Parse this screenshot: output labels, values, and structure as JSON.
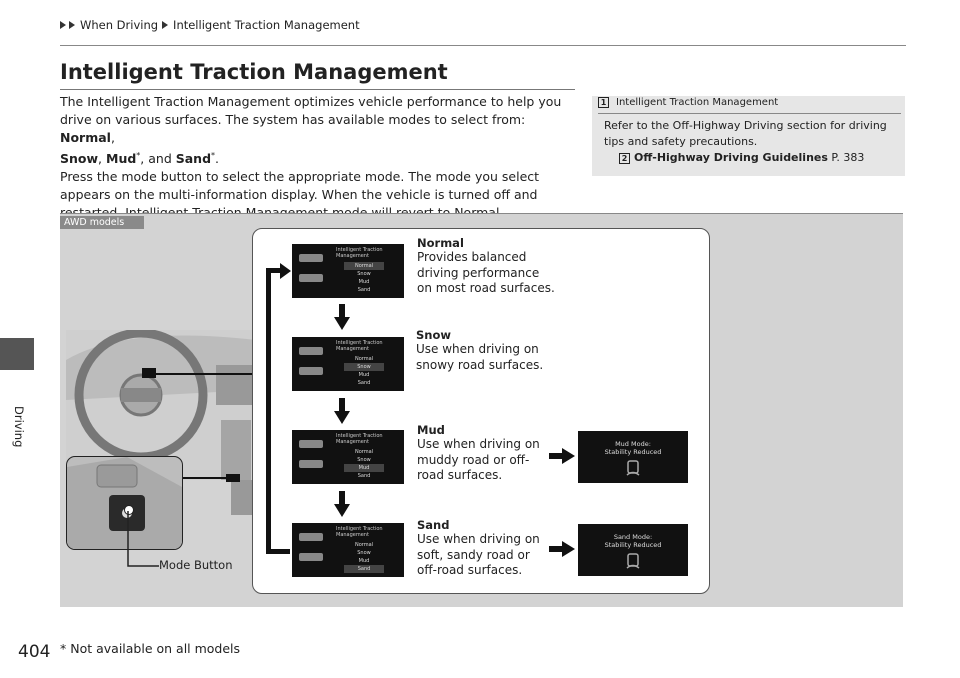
{
  "breadcrumb": {
    "item1": "When Driving",
    "item2": "Intelligent Traction Management"
  },
  "side_label": "Driving",
  "title": "Intelligent Traction Management",
  "body": {
    "line1": "The Intelligent Traction Management optimizes vehicle performance to help you",
    "line2_pre": "drive on various surfaces. The system has available modes to select from: ",
    "normal": "Normal",
    "snow": "Snow",
    "mud": "Mud",
    "sand": "Sand",
    "and": ", and ",
    "star": "*",
    "para2": "Press the mode button to select the appropriate mode. The mode you select appears on the multi-information display. When the vehicle is turned off and restarted, Intelligent Traction Management mode will revert to Normal."
  },
  "note": {
    "heading": "Intelligent Traction Management",
    "text": "Refer to the Off-Highway Driving section for driving tips and safety precautions.",
    "link_icon": "2",
    "link_text": "Off-Highway Driving Guidelines",
    "link_page": "P. 383"
  },
  "figure": {
    "badge": "AWD models",
    "mode_button_label": "Mode Button",
    "modes": [
      {
        "title": "Normal",
        "desc": [
          "Provides balanced",
          "driving performance",
          "on most road surfaces."
        ]
      },
      {
        "title": "Snow",
        "desc": [
          "Use when driving on",
          "snowy road surfaces."
        ]
      },
      {
        "title": "Mud",
        "desc": [
          "Use when driving on",
          "muddy road or off-",
          "road surfaces."
        ]
      },
      {
        "title": "Sand",
        "desc": [
          "Use when driving on",
          "soft, sandy road or",
          "off-road surfaces."
        ]
      }
    ],
    "screen": {
      "header": "Intelligent Traction Management",
      "items": [
        "Normal",
        "Snow",
        "Mud",
        "Sand"
      ]
    },
    "mud_popup": [
      "Mud Mode:",
      "Stability Reduced"
    ],
    "sand_popup": [
      "Sand Mode:",
      "Stability Reduced"
    ]
  },
  "footer": {
    "page_number": "404",
    "note": "* Not available on all models"
  }
}
